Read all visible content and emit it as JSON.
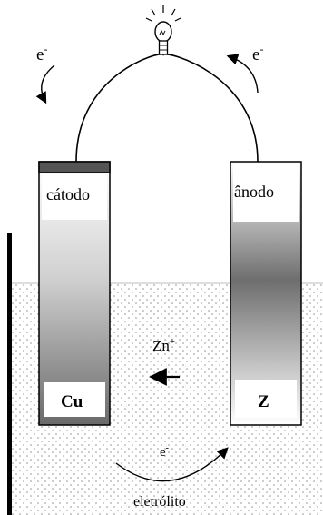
{
  "labels": {
    "electron_left": "e",
    "electron_left_sup": "-",
    "electron_right": "e",
    "electron_right_sup": "-",
    "cathode": "cátodo",
    "anode": "ânodo",
    "copper": "Cu",
    "zinc": "Z",
    "zinc_ion": "Zn",
    "zinc_ion_sup": "+",
    "electron_bottom": "e",
    "electron_bottom_sup": "-",
    "electrolyte": "eletrólito"
  }
}
